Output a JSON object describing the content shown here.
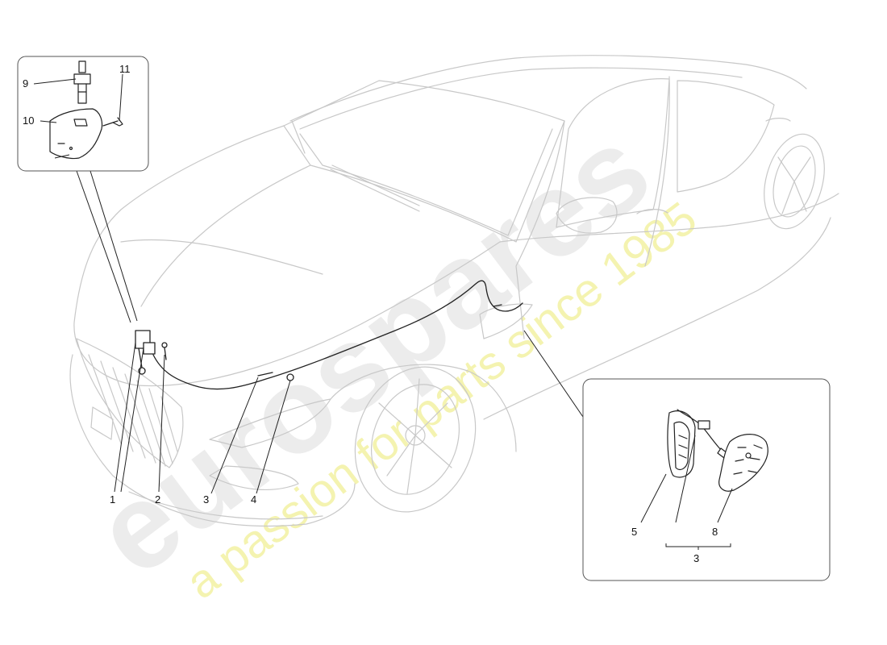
{
  "colors": {
    "line": "#c8c8c8",
    "part": "#222222",
    "watermark_main": "#e9e9e9",
    "watermark_tagline": "#f3f2a8"
  },
  "watermark": {
    "brand": "eurospares",
    "tagline": "a passion for parts since 1985"
  },
  "callouts": {
    "c1": "1",
    "c2": "2",
    "c3": "3",
    "c4": "4",
    "c5": "5",
    "c8": "8",
    "c9": "9",
    "c10": "10",
    "c11": "11",
    "c3_group": "3"
  }
}
